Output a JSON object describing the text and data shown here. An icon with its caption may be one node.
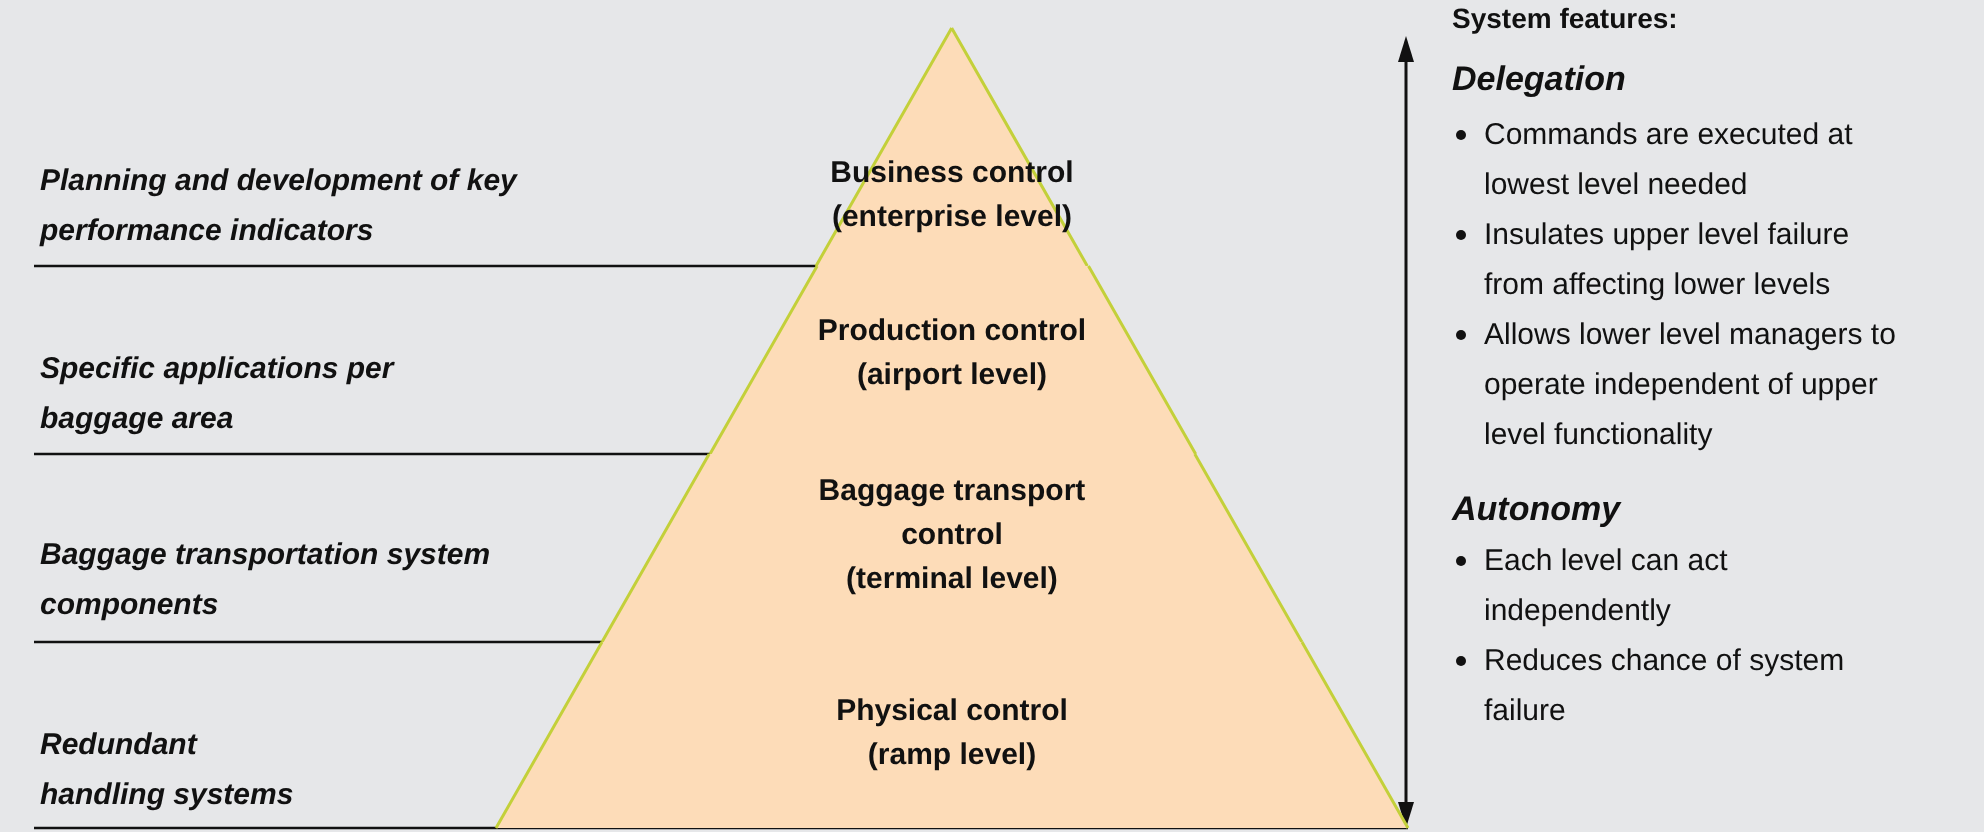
{
  "diagram": {
    "nodes": [
      {
        "text": [
          "Business control",
          "(enterprise level)"
        ]
      },
      {
        "text": [
          "Production control",
          "(airport level)"
        ]
      },
      {
        "text": [
          "Baggage transport control",
          "(terminal level)"
        ]
      },
      {
        "text": [
          "Physical control",
          "(ramp level)"
        ]
      }
    ],
    "labels": [
      "Planning and development of key performance indicators",
      "Specific applications per baggage area",
      "Baggage transportation system components",
      "Redundant handling systems",
      "System features:",
      "Delegation",
      "Commands are executed at lowest level needed",
      "Insulates upper level failure from affecting lower levels",
      "Allows lower level managers to operate independent of upper level functionality",
      "Autonomy",
      "Each level can act independently",
      "Reduces chance of system failure"
    ]
  }
}
